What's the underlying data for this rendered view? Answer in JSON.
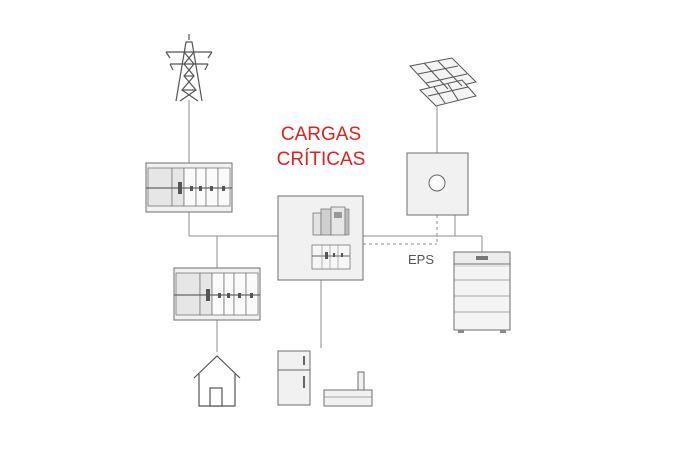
{
  "diagram": {
    "title_line1": "CARGAS",
    "title_line2": "CRÍTICAS",
    "eps_label": "EPS"
  },
  "colors": {
    "accent": "#e3211c",
    "line": "#8c8c8c",
    "device_fill": "#f1f1f1",
    "device_stroke": "#6e6e6e"
  },
  "icons": [
    "power-tower-icon",
    "solar-panel-icon",
    "meter-panel-icon",
    "inverter-icon",
    "critical-loads-box-icon",
    "battery-icon",
    "house-icon",
    "refrigerator-icon",
    "router-icon"
  ]
}
